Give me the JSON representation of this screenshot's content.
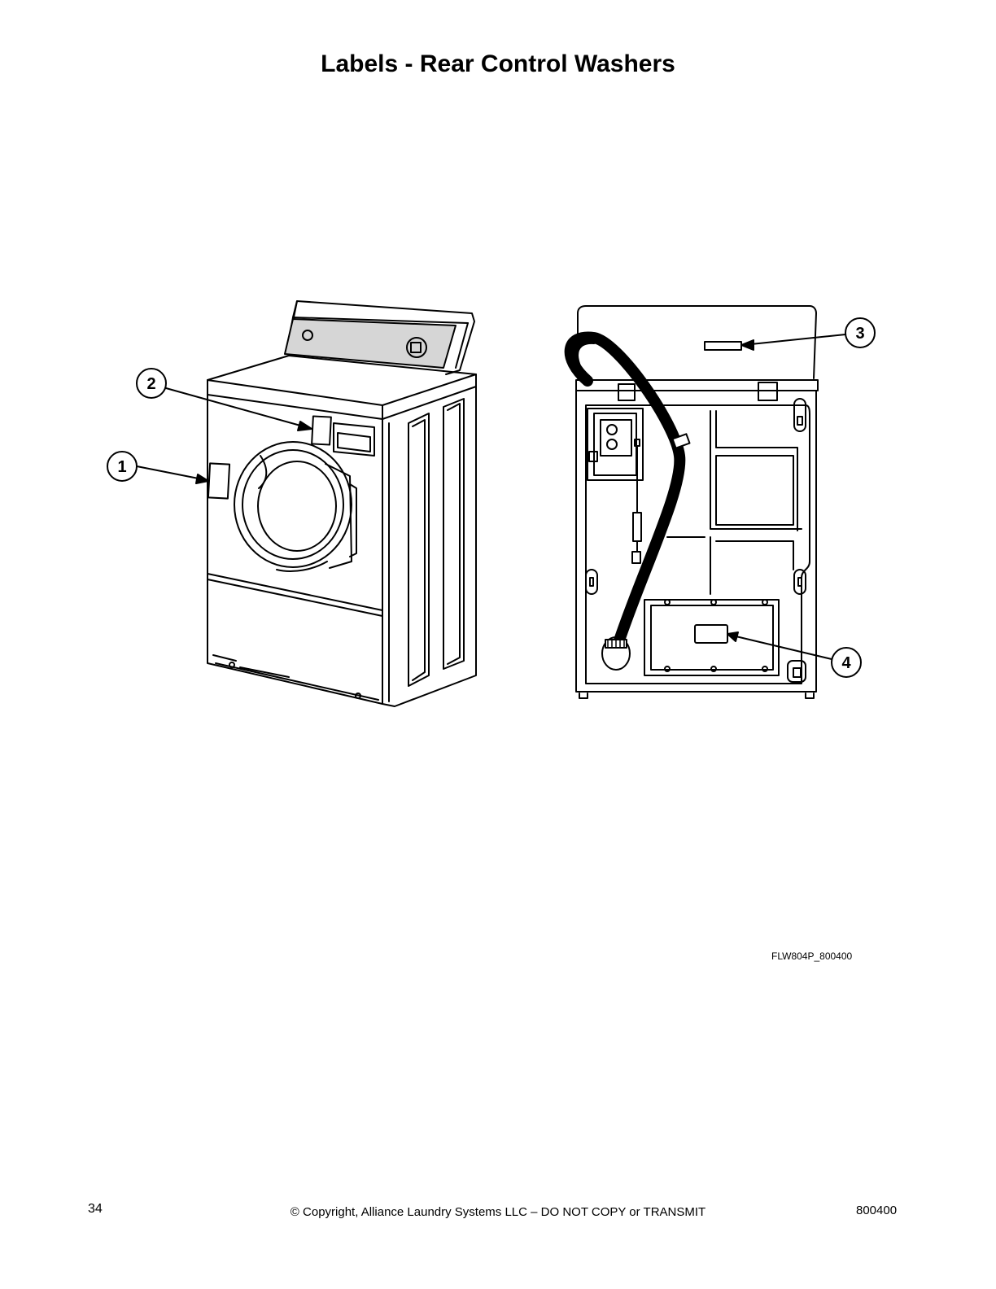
{
  "title": "Labels - Rear Control Washers",
  "callouts": {
    "c1": "1",
    "c2": "2",
    "c3": "3",
    "c4": "4"
  },
  "figure_id": "FLW804P_800400",
  "footer": {
    "page_number": "34",
    "copyright": "© Copyright, Alliance Laundry Systems LLC – DO NOT COPY or TRANSMIT",
    "doc_number": "800400"
  }
}
